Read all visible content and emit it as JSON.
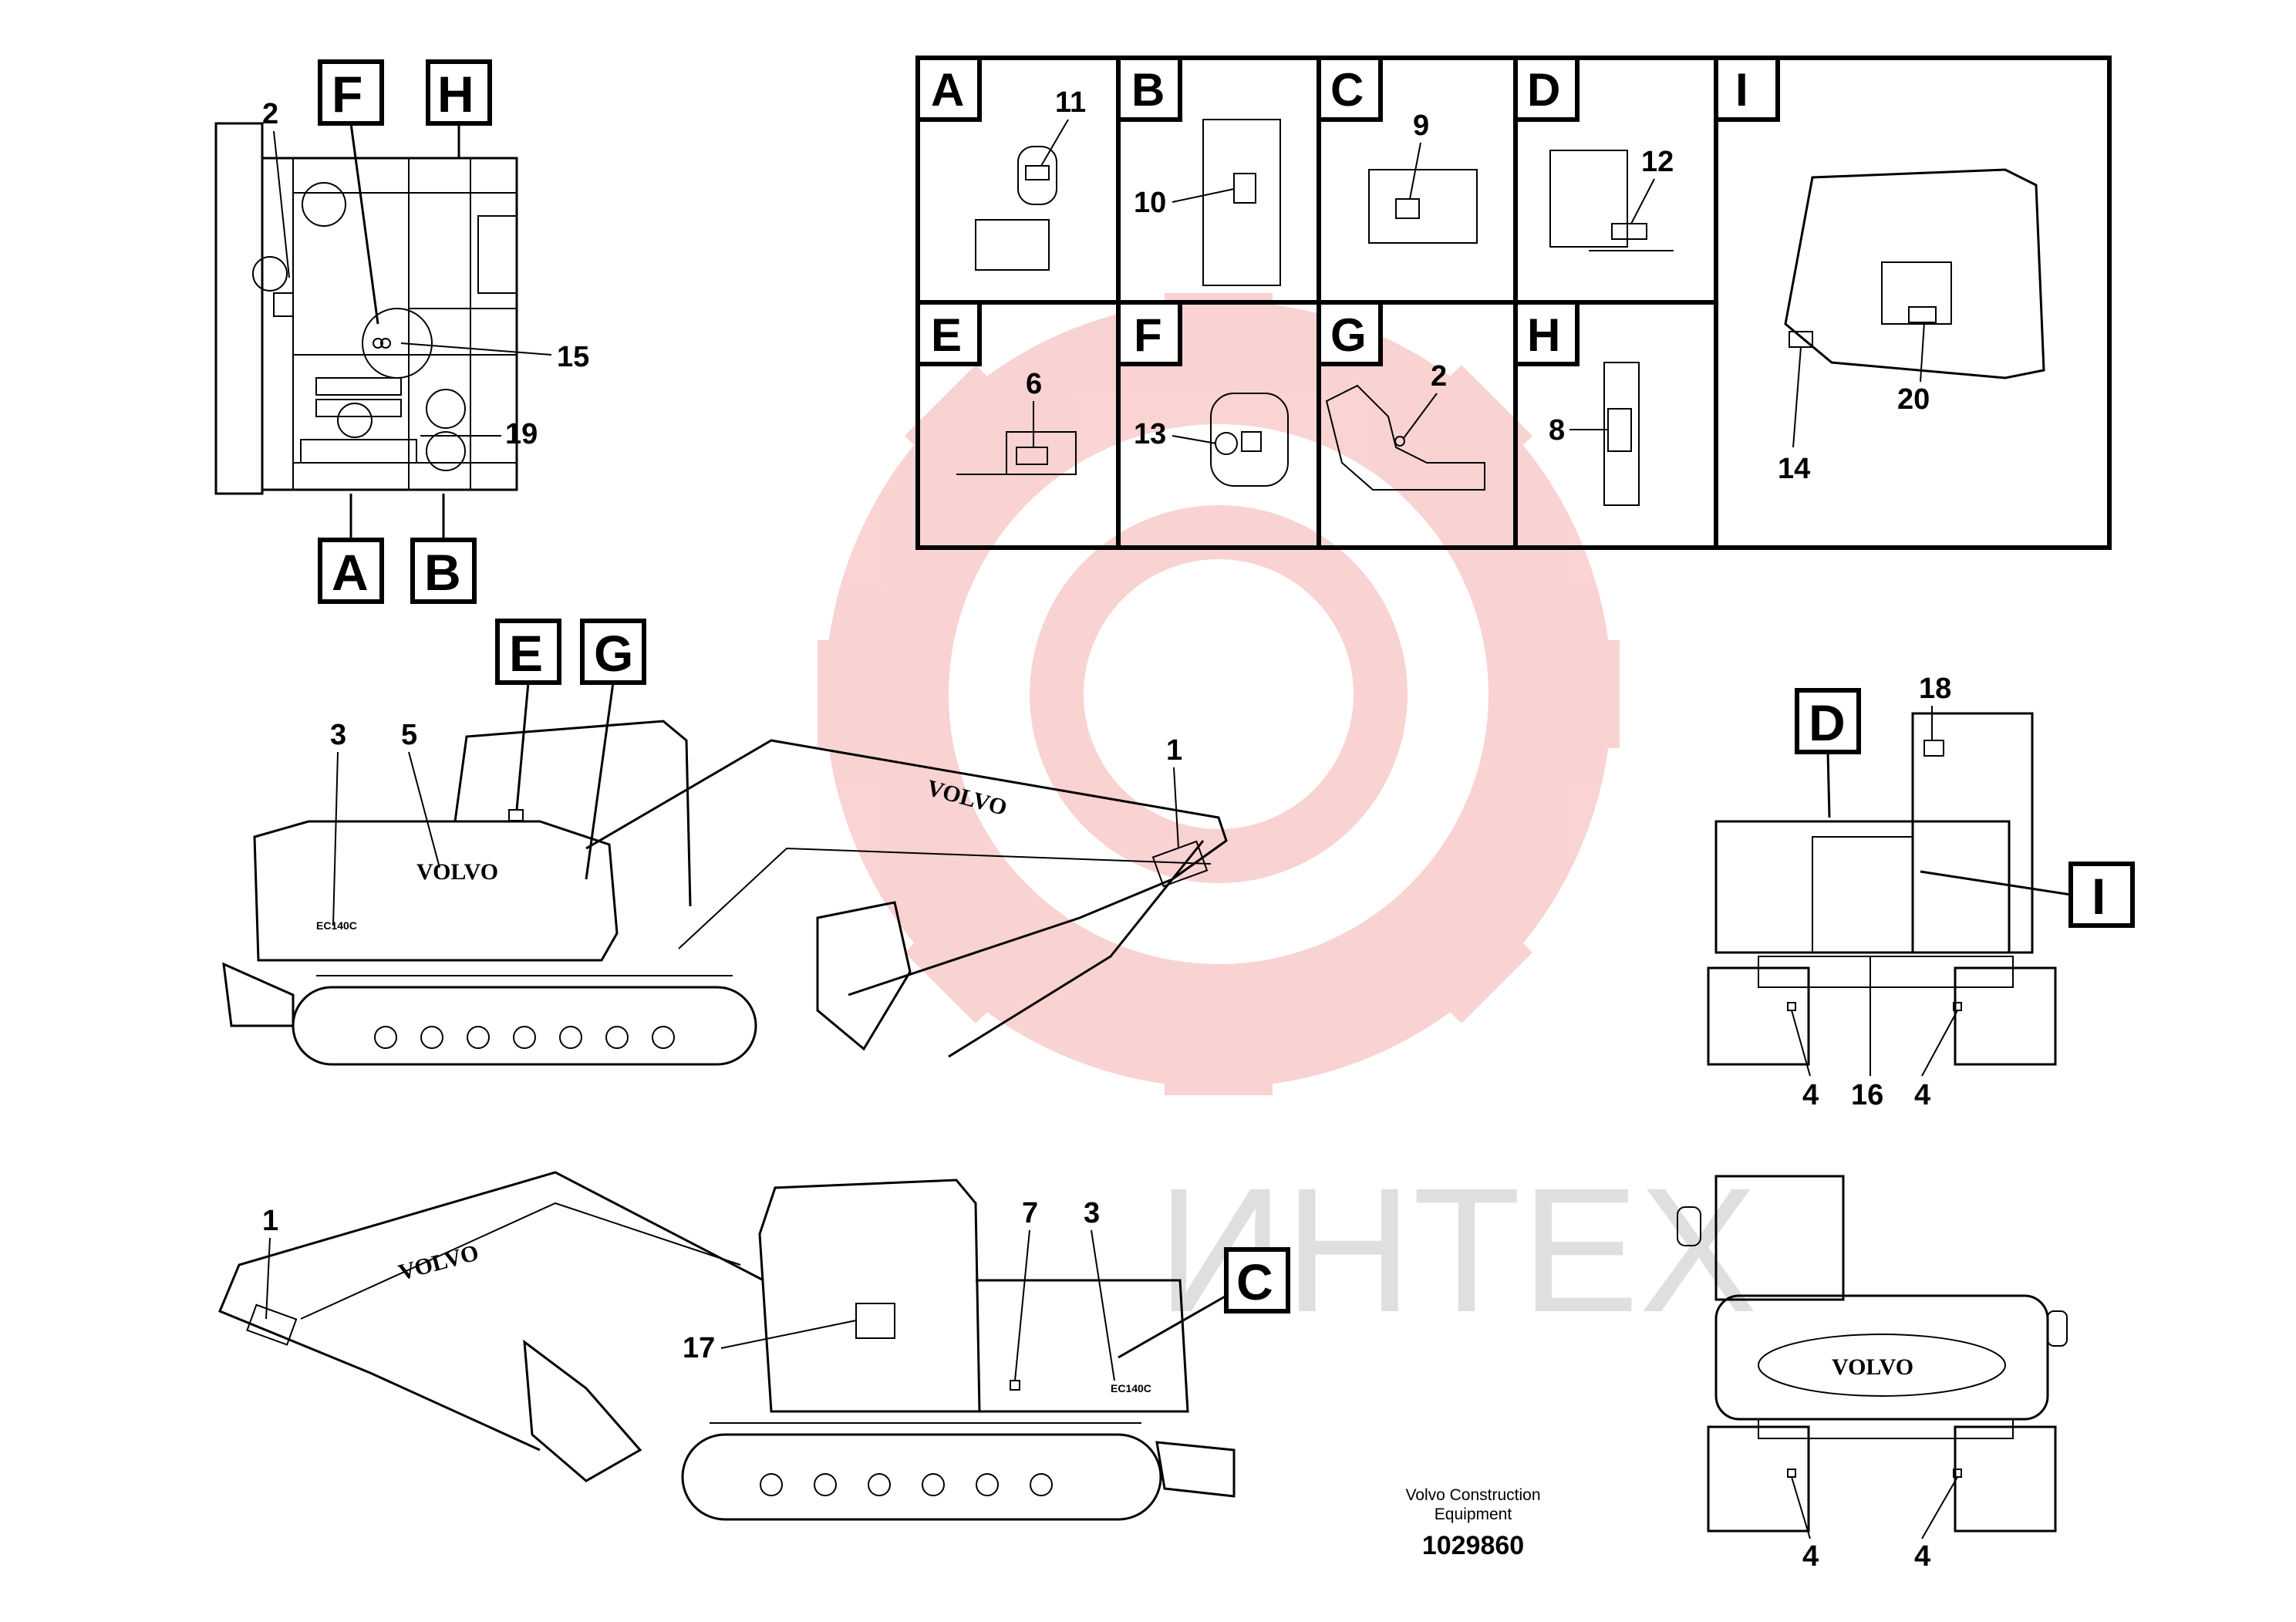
{
  "letters": {
    "A": "A",
    "B": "B",
    "C": "C",
    "D": "D",
    "E": "E",
    "F": "F",
    "G": "G",
    "H": "H",
    "I": "I"
  },
  "numbers": {
    "n1": "1",
    "n2": "2",
    "n3": "3",
    "n4": "4",
    "n5": "5",
    "n6": "6",
    "n7": "7",
    "n8": "8",
    "n9": "9",
    "n10": "10",
    "n11": "11",
    "n12": "12",
    "n13": "13",
    "n14": "14",
    "n15": "15",
    "n16": "16",
    "n17": "17",
    "n18": "18",
    "n19": "19",
    "n20": "20"
  },
  "brand": {
    "logo_text": "VOLVO",
    "model_badge": "EC140C"
  },
  "footer": {
    "line1": "Volvo Construction",
    "line2": "Equipment",
    "part_number": "1029860"
  },
  "watermark": {
    "text": "ИНТЕХ",
    "color": "#e8a0a0"
  },
  "colors": {
    "line": "#000000",
    "background": "#ffffff"
  }
}
